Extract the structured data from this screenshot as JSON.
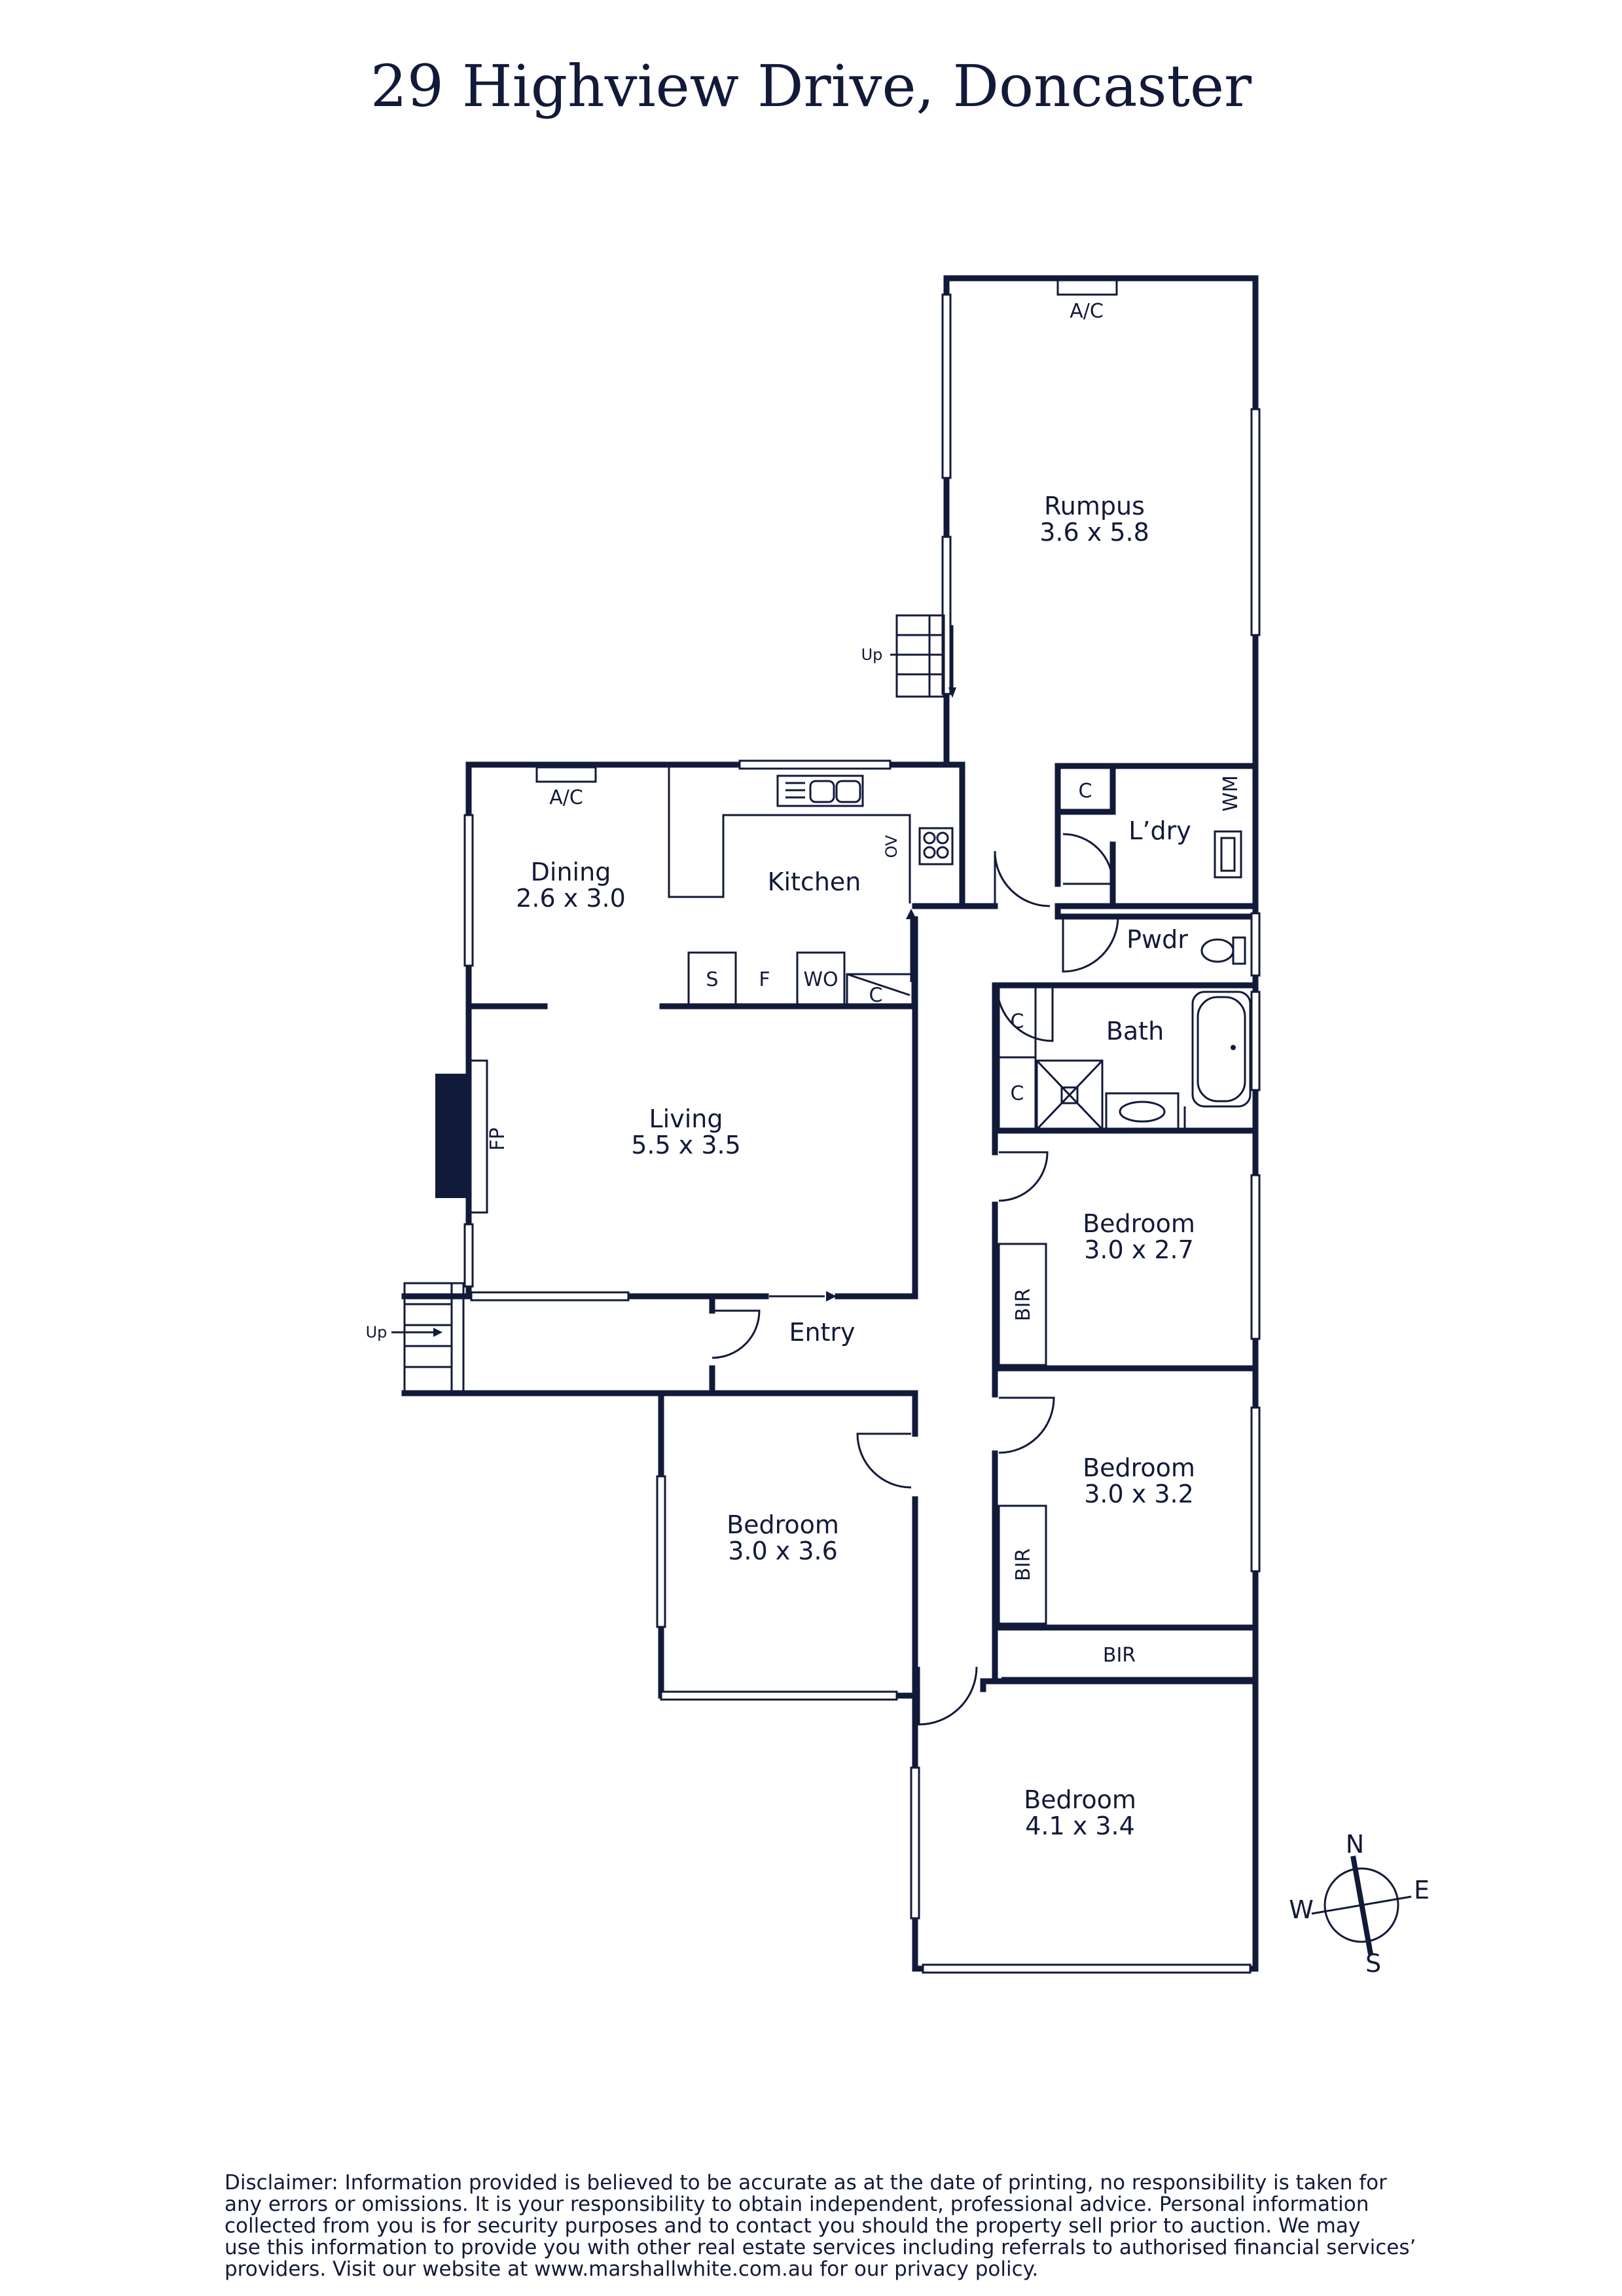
{
  "title": "29 Highview Drive, Doncaster",
  "rooms": {
    "rumpus": {
      "name": "Rumpus",
      "dims": "3.6 x 5.8"
    },
    "dining": {
      "name": "Dining",
      "dims": "2.6 x 3.0"
    },
    "kitchen": {
      "name": "Kitchen"
    },
    "living": {
      "name": "Living",
      "dims": "5.5 x 3.5"
    },
    "laundry": {
      "name": "L’dry"
    },
    "powder": {
      "name": "Pwdr"
    },
    "bath": {
      "name": "Bath"
    },
    "entry": {
      "name": "Entry"
    },
    "bedroom1": {
      "name": "Bedroom",
      "dims": "3.0 x 2.7"
    },
    "bedroom2": {
      "name": "Bedroom",
      "dims": "3.0 x 3.2"
    },
    "bedroom3": {
      "name": "Bedroom",
      "dims": "3.0 x 3.6"
    },
    "bedroom4": {
      "name": "Bedroom",
      "dims": "4.1 x 3.4"
    }
  },
  "fixtures": {
    "ac": "A/C",
    "up": "Up",
    "oven": "OV",
    "stove": "S",
    "fridge": "F",
    "wall_oven": "WO",
    "cupboard": "C",
    "washing_machine": "WM",
    "fireplace": "FP",
    "built_in_robe": "BIR"
  },
  "compass": {
    "n": "N",
    "e": "E",
    "s": "S",
    "w": "W"
  },
  "disclaimer": [
    "Disclaimer: Information provided is believed to be accurate as at the date of printing, no responsibility is taken for",
    "any errors or omissions. It is your responsibility to obtain independent, professional advice. Personal information",
    "collected from you is for security purposes and to contact you should the property sell prior to auction. We may",
    "use this information to provide you with other real estate services including referrals to authorised financial services’",
    "providers. Visit our website at www.marshallwhite.com.au for our privacy policy."
  ]
}
